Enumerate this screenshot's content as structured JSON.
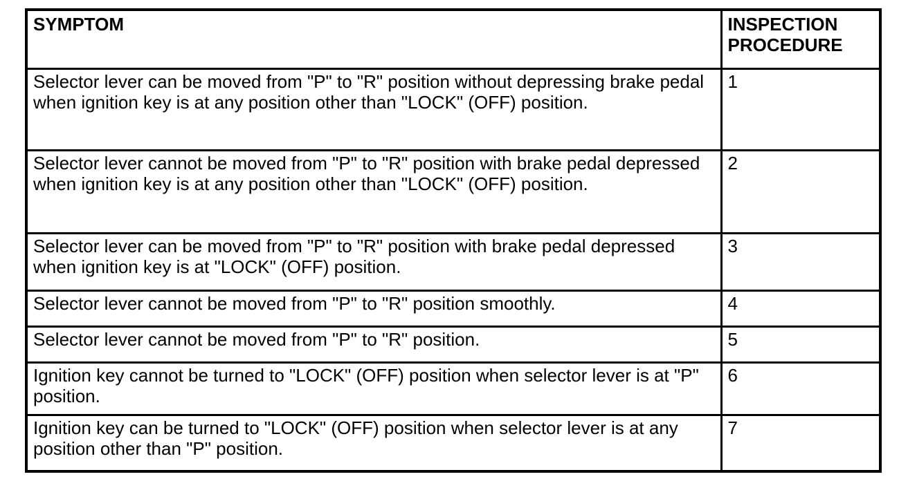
{
  "table": {
    "headers": {
      "symptom": "SYMPTOM",
      "procedure": "INSPECTION PROCEDURE"
    },
    "rows": [
      {
        "symptom": "Selector lever can be moved from \"P\" to \"R\" position without depressing brake pedal when ignition key is at any position other than \"LOCK\" (OFF) position.",
        "procedure": "1"
      },
      {
        "symptom": "Selector lever cannot be moved from \"P\" to \"R\" position with brake pedal depressed when ignition key is at any position other than \"LOCK\" (OFF) position.",
        "procedure": "2"
      },
      {
        "symptom": "Selector lever can be moved from \"P\" to \"R\" position with brake pedal depressed when ignition key is at \"LOCK\" (OFF) position.",
        "procedure": "3"
      },
      {
        "symptom": "Selector lever cannot be moved from \"P\" to \"R\" position smoothly.",
        "procedure": "4"
      },
      {
        "symptom": "Selector lever cannot be moved from \"P\" to \"R\" position.",
        "procedure": "5"
      },
      {
        "symptom": "Ignition key cannot be turned to \"LOCK\" (OFF) position when selector lever is at \"P\" position.",
        "procedure": "6"
      },
      {
        "symptom": "Ignition key can be turned to \"LOCK\" (OFF) position when selector lever is at any position other than \"P\" position.",
        "procedure": "7"
      }
    ]
  }
}
